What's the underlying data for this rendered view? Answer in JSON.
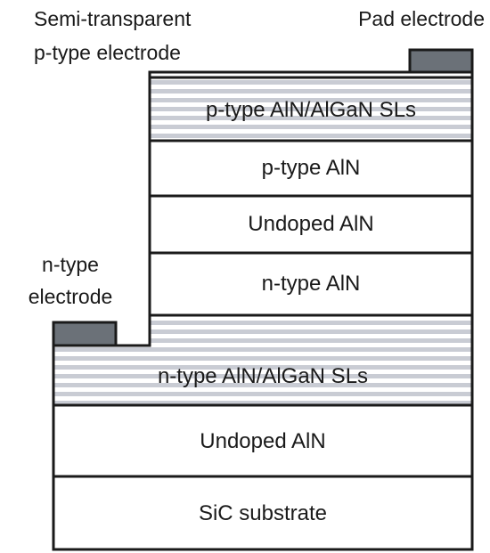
{
  "labels": {
    "semi_transparent_line1": "Semi-transparent",
    "semi_transparent_line2": "p-type electrode",
    "pad_electrode": "Pad electrode",
    "n_type_electrode_line1": "n-type",
    "n_type_electrode_line2": "electrode"
  },
  "layers": {
    "p_sls": "p-type AlN/AlGaN SLs",
    "p_aln": "p-type AlN",
    "undoped_upper": "Undoped AlN",
    "n_aln": "n-type AlN",
    "n_sls": "n-type AlN/AlGaN SLs",
    "undoped_lower": "Undoped AlN",
    "substrate": "SiC substrate"
  },
  "colors": {
    "outline": "#1a1a1a",
    "stripe": "#c9ccd4",
    "electrode_fill": "#6b7178",
    "background": "#ffffff"
  }
}
